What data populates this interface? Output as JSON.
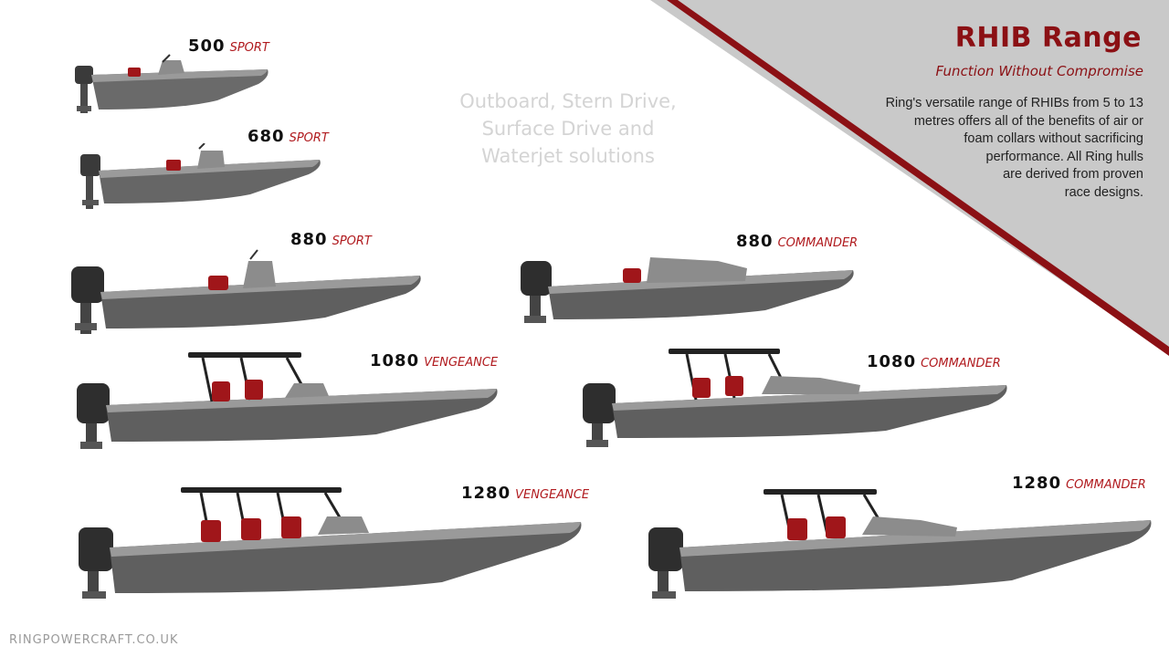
{
  "header": {
    "title": "RHIB Range",
    "subtitle": "Function Without Compromise",
    "description_lines": [
      "Ring's versatile range of RHIBs from 5 to 13",
      "metres offers all of the benefits of air or",
      "foam collars without sacrificing",
      "performance. All Ring hulls",
      "are derived from proven",
      "race designs."
    ]
  },
  "solutions_lines": [
    "Outboard, Stern Drive,",
    "Surface Drive and",
    "Waterjet solutions"
  ],
  "boats": [
    {
      "number": "500",
      "variant": "SPORT"
    },
    {
      "number": "680",
      "variant": "SPORT"
    },
    {
      "number": "880",
      "variant": "SPORT"
    },
    {
      "number": "880",
      "variant": "COMMANDER"
    },
    {
      "number": "1080",
      "variant": "VENGEANCE"
    },
    {
      "number": "1080",
      "variant": "COMMANDER"
    },
    {
      "number": "1280",
      "variant": "VENGEANCE"
    },
    {
      "number": "1280",
      "variant": "COMMANDER"
    }
  ],
  "footer": {
    "website": "RINGPOWERCRAFT.CO.UK"
  },
  "colors": {
    "accent": "#8b1014",
    "seat": "#a0161a",
    "hull": "#5f5f5f",
    "panel": "#c8c8c8"
  }
}
